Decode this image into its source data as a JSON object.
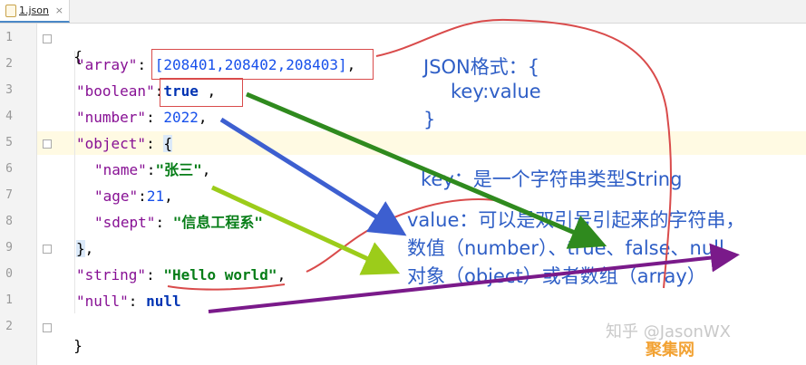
{
  "tab": {
    "filename": "1.json",
    "close_glyph": "×",
    "icon": "json-file-icon"
  },
  "line_numbers": [
    "1",
    "2",
    "3",
    "4",
    "5",
    "6",
    "7",
    "8",
    "9",
    "0",
    "1",
    "2"
  ],
  "code": {
    "l1_open": "{",
    "array_key": "\"array\"",
    "array_sep": ": ",
    "array_val": "[208401,208402,208403]",
    "array_end": ",",
    "boolean_key": "\"boolean\"",
    "boolean_sep": ":",
    "boolean_val": "true",
    "boolean_end": " ,",
    "number_key": "\"number\"",
    "number_sep": ": ",
    "number_val": "2022",
    "number_end": ",",
    "object_key": "\"object\"",
    "object_sep": ": ",
    "object_open": "{",
    "name_key": "\"name\"",
    "name_sep": ":",
    "name_val": "\"张三\"",
    "name_end": ",",
    "age_key": "\"age\"",
    "age_sep": ":",
    "age_val": "21",
    "age_end": ",",
    "sdept_key": "\"sdept\"",
    "sdept_sep": ": ",
    "sdept_val": "\"信息工程系\"",
    "object_close": "}",
    "object_close_end": ",",
    "string_key": "\"string\"",
    "string_sep": ": ",
    "string_val": "\"Hello world\"",
    "string_end": ",",
    "null_key": "\"null\"",
    "null_sep": ": ",
    "null_val": "null",
    "l12_close": "}"
  },
  "annotations": {
    "format_title": "JSON格式：{",
    "format_body": "key:value",
    "format_close": "}",
    "key_desc": "key：是一个字符串类型String",
    "value_desc_1": "value：可以是双引号引起来的字符串，",
    "value_desc_2": "数值（number）、true、false、null",
    "value_desc_3": "对象（object）或者数组（array）"
  },
  "watermark": {
    "author": "知乎 @JasonWX",
    "site": "聚集网"
  },
  "colors": {
    "annotation": "#2e5ec6",
    "key": "#871094",
    "string": "#067d17",
    "number": "#1750eb",
    "keyword": "#0033b3",
    "red_markup": "#d94b4b",
    "arrow_dark_green": "#2f8a1e",
    "arrow_blue": "#3d5fd0",
    "arrow_yellow_green": "#9ccc1a",
    "arrow_purple": "#7a1a8a"
  }
}
